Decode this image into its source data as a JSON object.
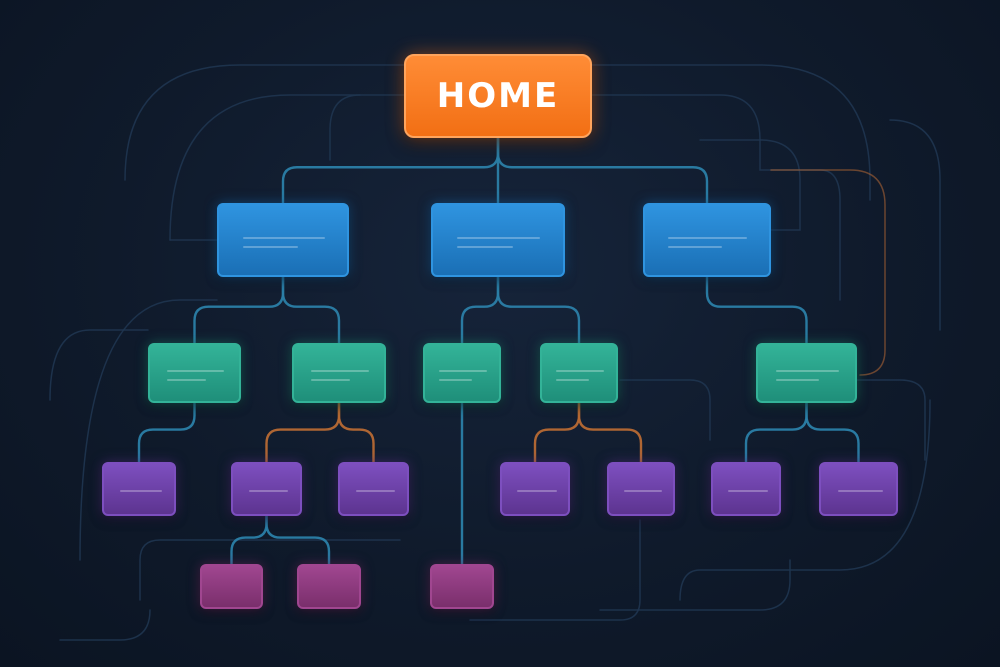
{
  "root": {
    "label": "HOME"
  },
  "colors": {
    "background": "#0f1a2b",
    "root_fill": "#f57a20",
    "level1_fill": "#1a6fb5",
    "level1_border": "#2f94e0",
    "level2_fill": "#1f8f7a",
    "level2_border": "#33b398",
    "level3_fill": "#5d3490",
    "level3_border": "#7d4fbf",
    "level4_fill": "#7a2f6c",
    "level4_border": "#a04690",
    "connector": "#2b7fa8",
    "connector_accent": "#b86a34",
    "background_line": "#1f3550"
  },
  "tree": {
    "level1": [
      {
        "id": "l1-a",
        "parent": "home"
      },
      {
        "id": "l1-b",
        "parent": "home"
      },
      {
        "id": "l1-c",
        "parent": "home"
      }
    ],
    "level2": [
      {
        "id": "l2-a",
        "parent": "l1-a"
      },
      {
        "id": "l2-b",
        "parent": "l1-a"
      },
      {
        "id": "l2-c",
        "parent": "l1-b"
      },
      {
        "id": "l2-d",
        "parent": "l1-b"
      },
      {
        "id": "l2-e",
        "parent": "l1-c"
      }
    ],
    "level3": [
      {
        "id": "l3-a",
        "parent": "l2-a"
      },
      {
        "id": "l3-b",
        "parent": "l2-b"
      },
      {
        "id": "l3-c",
        "parent": "l2-b"
      },
      {
        "id": "l3-d",
        "parent": "l2-d"
      },
      {
        "id": "l3-e",
        "parent": "l2-d"
      },
      {
        "id": "l3-f",
        "parent": "l2-e"
      },
      {
        "id": "l3-g",
        "parent": "l2-e"
      }
    ],
    "level4": [
      {
        "id": "l4-a",
        "parent": "l3-b"
      },
      {
        "id": "l4-b",
        "parent": "l3-b"
      },
      {
        "id": "l4-c",
        "parent": "l2-c"
      }
    ]
  }
}
